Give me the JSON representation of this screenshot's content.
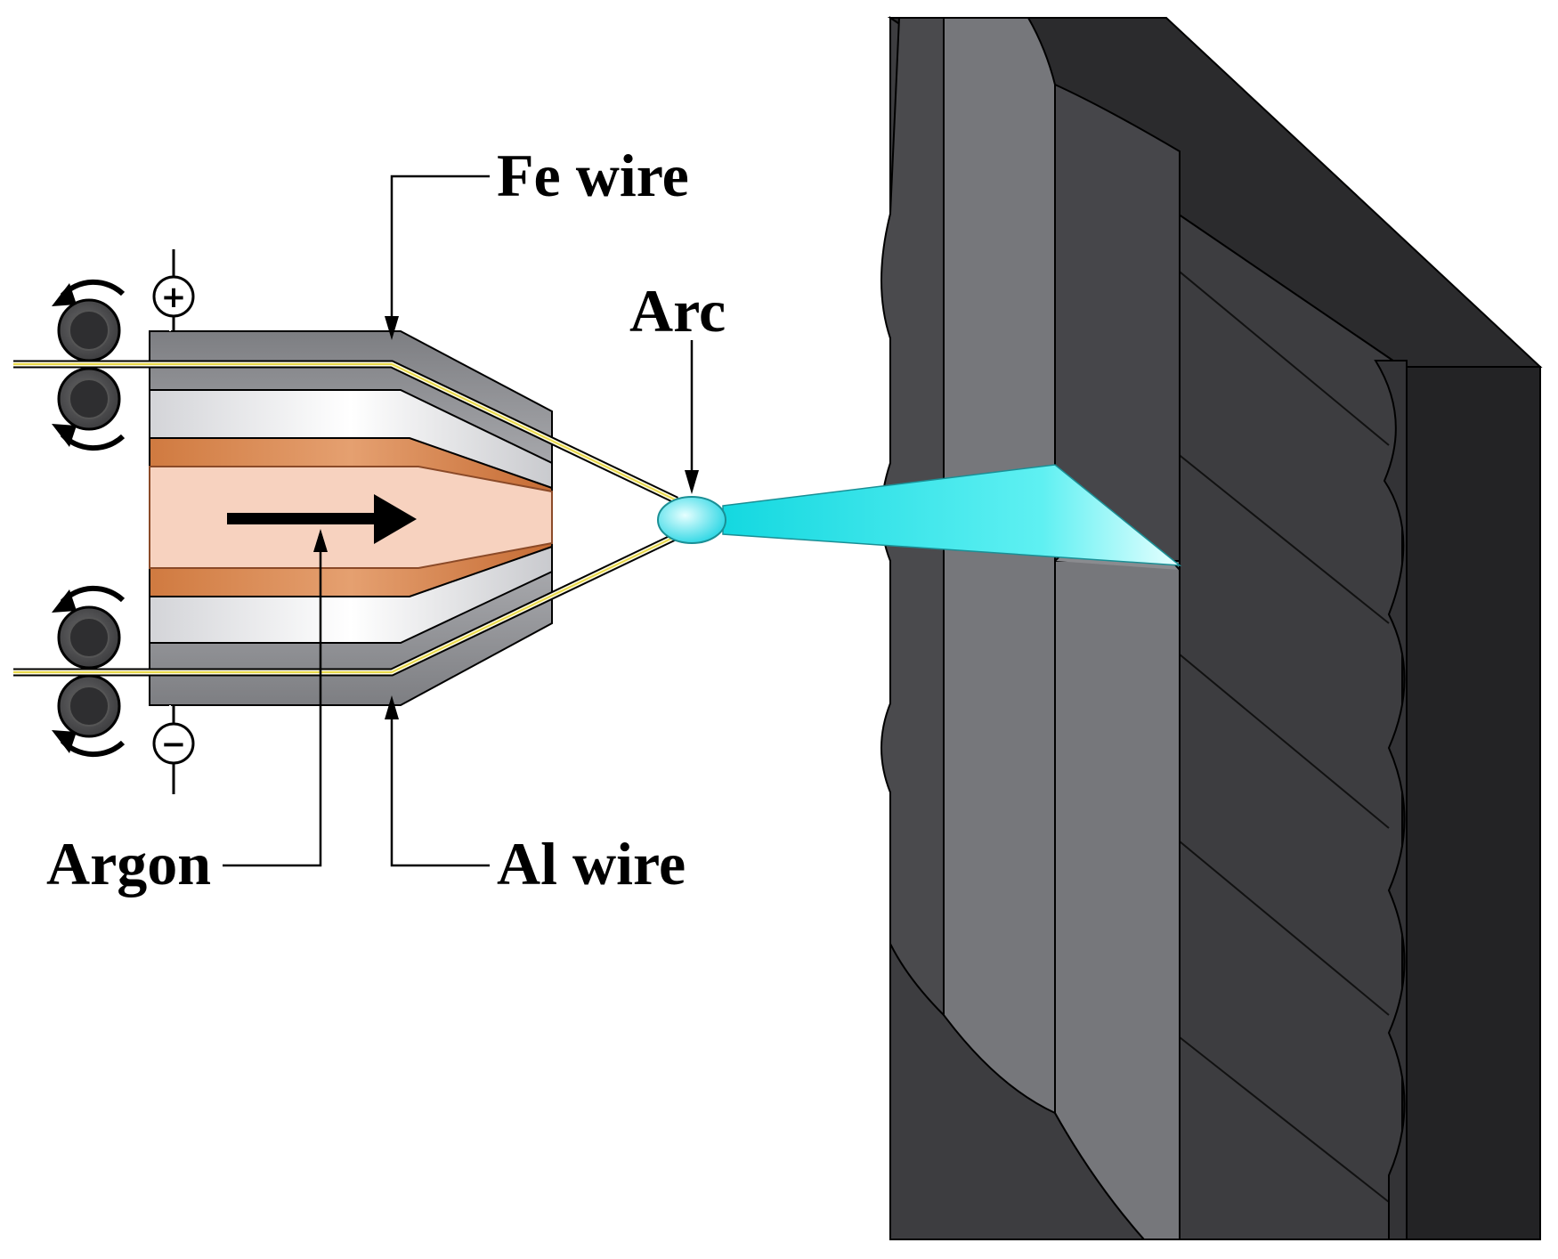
{
  "labels": {
    "fe_wire": "Fe wire",
    "arc": "Arc",
    "argon": "Argon",
    "al_wire": "Al wire"
  },
  "polarity": {
    "top": "+",
    "bottom": "−"
  },
  "colors": {
    "fe_wire": "#e8d84a",
    "arc_plume": "#2fe6ea",
    "nozzle_copper": "#c8703a",
    "argon_core": "#f7d2bf",
    "wall_dark": "#3a3a3c",
    "deposit_grey": "#76777b"
  }
}
